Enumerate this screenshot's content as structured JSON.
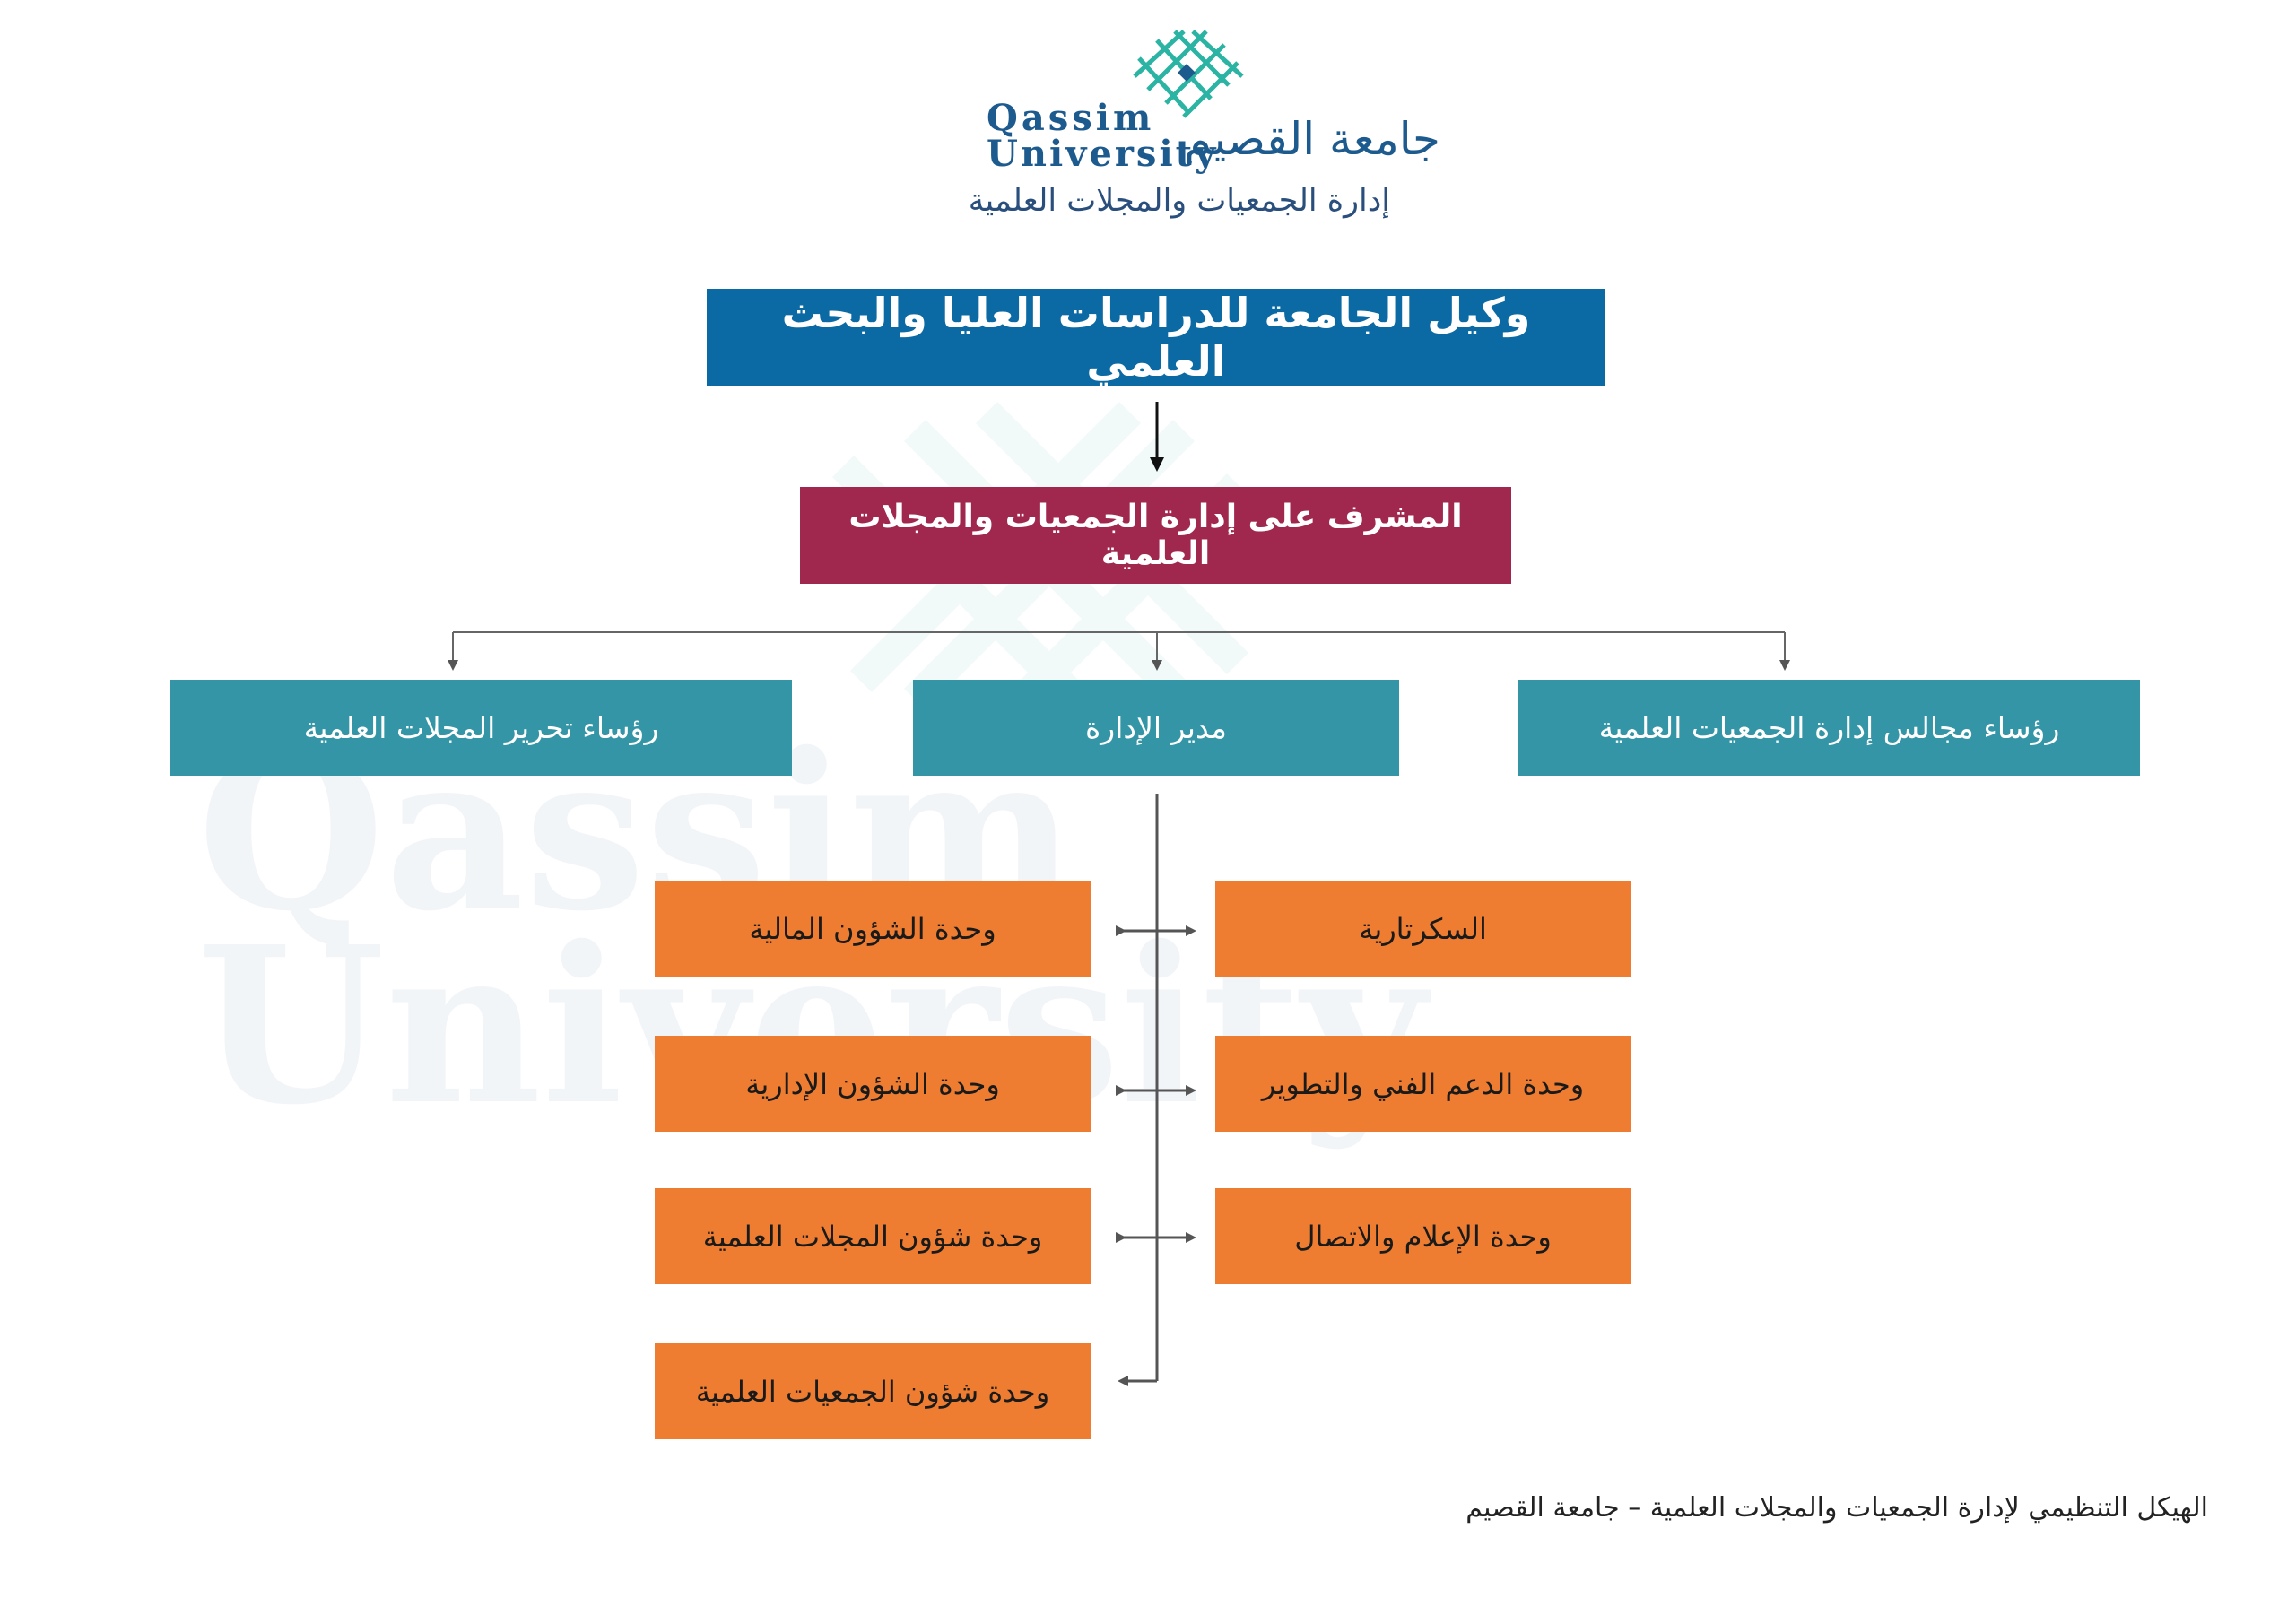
{
  "header": {
    "logo_en_line1": "Qassim",
    "logo_en_line2": "University",
    "logo_ar": "جامعة القصيم",
    "department": "إدارة الجمعيات والمجلات العلمية"
  },
  "chart": {
    "top": "وكيل الجامعة للدراسات العليا والبحث العلمي",
    "supervisor": "المشرف على إدارة الجمعيات والمجلات العلمية",
    "level2": {
      "left": "رؤساء تحرير المجلات العلمية",
      "center": "مدير الإدارة",
      "right": "رؤساء مجالس إدارة الجمعيات العلمية"
    },
    "units_left": [
      "وحدة الشؤون المالية",
      "وحدة الشؤون الإدارية",
      "وحدة شؤون المجلات العلمية",
      "وحدة شؤون الجمعيات العلمية"
    ],
    "units_right": [
      "السكرتارية",
      "وحدة الدعم الفني والتطوير",
      "وحدة الإعلام والاتصال"
    ]
  },
  "colors": {
    "top": "#0b69a3",
    "supervisor": "#a0284f",
    "level2": "#3395a6",
    "units": "#ee7d32",
    "logo_teal": "#2bb3a3",
    "logo_blue": "#1d5a8e"
  },
  "footer": {
    "caption": "الهيكل التنظيمي لإدارة الجمعيات والمجلات العلمية – جامعة القصيم"
  }
}
